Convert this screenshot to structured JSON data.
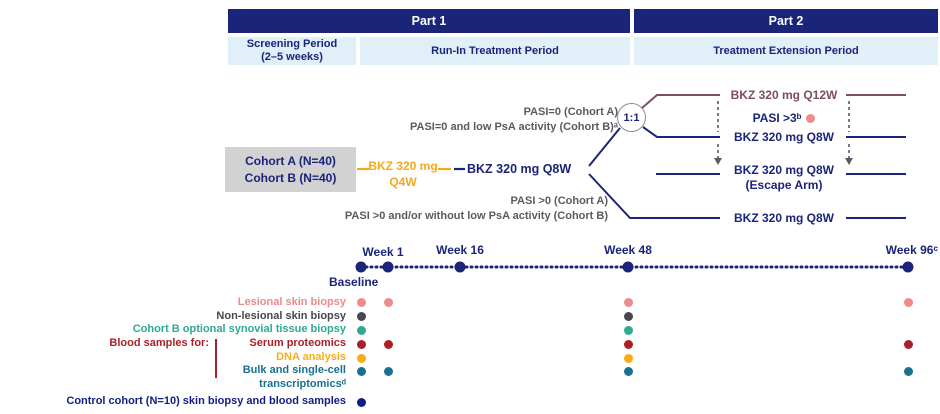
{
  "header": {
    "part1": "Part 1",
    "part2": "Part 2",
    "screening_line1": "Screening Period",
    "screening_line2": "(2–5 weeks)",
    "runin": "Run-In Treatment Period",
    "extension": "Treatment Extension Period"
  },
  "flow": {
    "cohort_a": "Cohort A (N=40)",
    "cohort_b": "Cohort B (N=40)",
    "runin_dose_line1": "BKZ 320 mg",
    "runin_dose_line2": "Q4W",
    "runin_q8w": "BKZ 320 mg Q8W",
    "responder_line1": "PASI=0 (Cohort A)",
    "responder_line2": "PASI=0 and low PsA activity (Cohort B)ᵃ",
    "nonresponder_line1": "PASI >0 (Cohort A)",
    "nonresponder_line2": "PASI >0 and/or without low PsA activity (Cohort B)",
    "ratio": "1:1",
    "arm_q12w": "BKZ 320 mg Q12W",
    "pasi_escape": "PASI >3ᵇ",
    "arm_q8w": "BKZ 320 mg Q8W",
    "escape_line1": "BKZ 320 mg Q8W",
    "escape_line2": "(Escape Arm)",
    "arm_bottom_q8w": "BKZ 320 mg Q8W"
  },
  "timeline": {
    "baseline": "Baseline",
    "week1": "Week 1",
    "week16": "Week 16",
    "week48": "Week 48",
    "week96": "Week 96ᶜ"
  },
  "sampling": {
    "blood_label": "Blood samples for:",
    "rows": [
      {
        "label": "Lesional skin biopsy",
        "color": "#ee8b8b",
        "dots": [
          "baseline",
          "week1",
          "week48",
          "week96"
        ]
      },
      {
        "label": "Non-lesional skin biopsy",
        "color": "#46484d",
        "dots": [
          "baseline",
          "week48"
        ]
      },
      {
        "label": "Cohort B optional synovial tissue biopsy",
        "color": "#2fa992",
        "dots": [
          "baseline",
          "week48"
        ]
      },
      {
        "label": "Serum proteomics",
        "color": "#ab1f28",
        "dots": [
          "baseline",
          "week1",
          "week48",
          "week96"
        ]
      },
      {
        "label": "DNA analysis",
        "color": "#f9ac15",
        "dots": [
          "baseline",
          "week48"
        ]
      },
      {
        "label": "Bulk and single-cell transcriptomicsᵈ",
        "color": "#17718f",
        "dots": [
          "baseline",
          "week1",
          "week48",
          "week96"
        ],
        "wrap": true
      },
      {
        "label": "Control cohort (N=10) skin biopsy and blood samples",
        "color": "#131d86",
        "dots": [
          "baseline"
        ]
      }
    ]
  },
  "colors": {
    "navy": "#1a2478",
    "header_cell_bg": "#e1eff9",
    "orange": "#f6a81c",
    "maroon": "#7e4d60",
    "criteria_gray": "#595b60",
    "cohort_box_bg": "#d2d2d2",
    "salmon": "#ee8b8b",
    "dark_gray": "#46484d",
    "teal_green": "#2fa992",
    "dark_red": "#ab1f28",
    "amber": "#f9ac15",
    "teal_blue": "#17718f",
    "control_navy": "#131d86"
  }
}
